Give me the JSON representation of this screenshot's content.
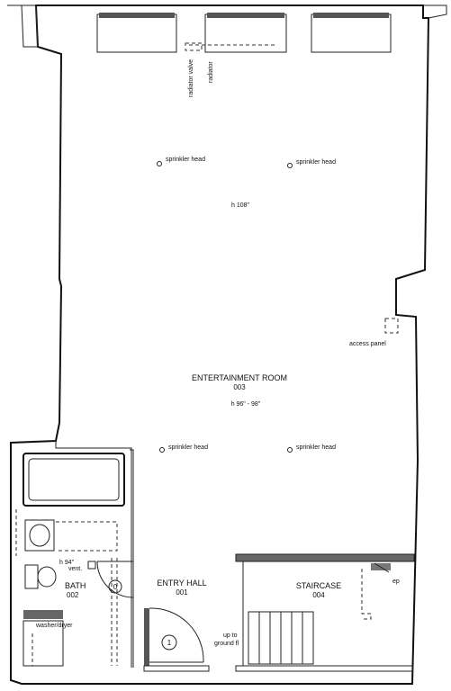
{
  "rooms": {
    "entertainment": {
      "name": "ENTERTAINMENT ROOM",
      "number": "003",
      "height": "h 96\" - 98\"",
      "upper_height": "h 108\""
    },
    "bath": {
      "name": "BATH",
      "number": "002",
      "height": "h 94\""
    },
    "entry": {
      "name": "ENTRY HALL",
      "number": "001"
    },
    "staircase": {
      "name": "STAIRCASE",
      "number": "004"
    }
  },
  "annotations": {
    "radiator_valve": "radiator valve",
    "radiator": "radiator",
    "sprinkler": "sprinkler head",
    "access_panel": "access panel",
    "vent": "vent.",
    "washer_dryer": "washer/dryer",
    "ep": "ep",
    "up_line1": "up to",
    "up_line2": "ground fl"
  },
  "door_tags": {
    "bath": "0",
    "entry": "1"
  }
}
